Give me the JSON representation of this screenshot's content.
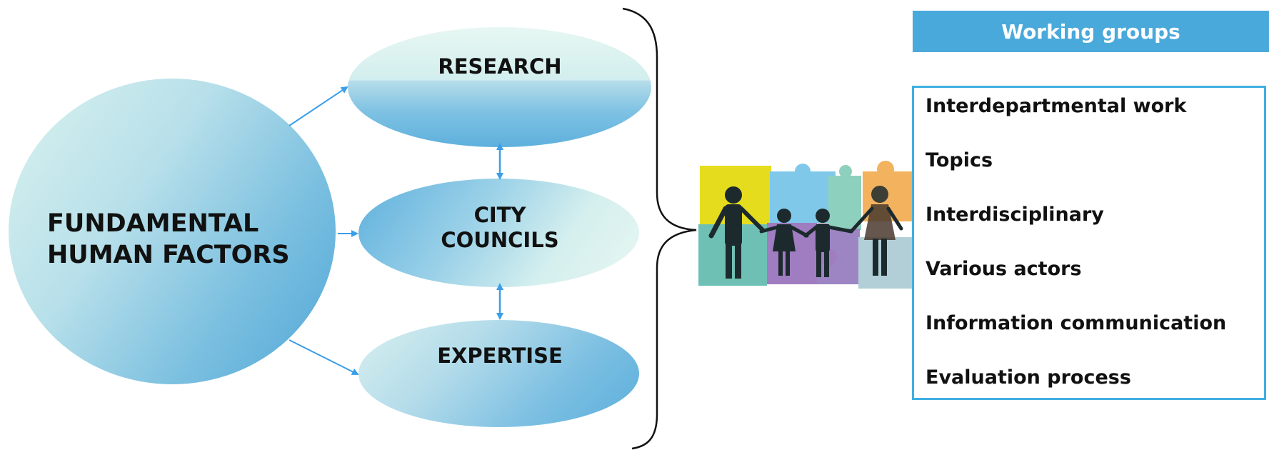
{
  "diagram": {
    "main_node": {
      "label": "FUNDAMENTAL\nHUMAN FACTORS"
    },
    "nodes": [
      {
        "id": "research",
        "label": "RESEARCH"
      },
      {
        "id": "city",
        "label": "CITY\nCOUNCILS"
      },
      {
        "id": "expertise",
        "label": "EXPERTISE"
      }
    ],
    "connector_color": "#3a9ee8"
  },
  "working_groups": {
    "header": "Working groups",
    "items": [
      "Interdepartmental work",
      "Topics",
      "Interdisciplinary",
      "Various actors",
      "Information communication",
      "Evaluation process"
    ]
  },
  "illustration": {
    "icon": "puzzle-people-icon",
    "puzzle_colors": [
      "#e6dc1e",
      "#7fc8ea",
      "#77c7b8",
      "#f2b25e",
      "#a07cc0",
      "#6fc0b4",
      "#b2cfd8"
    ]
  }
}
